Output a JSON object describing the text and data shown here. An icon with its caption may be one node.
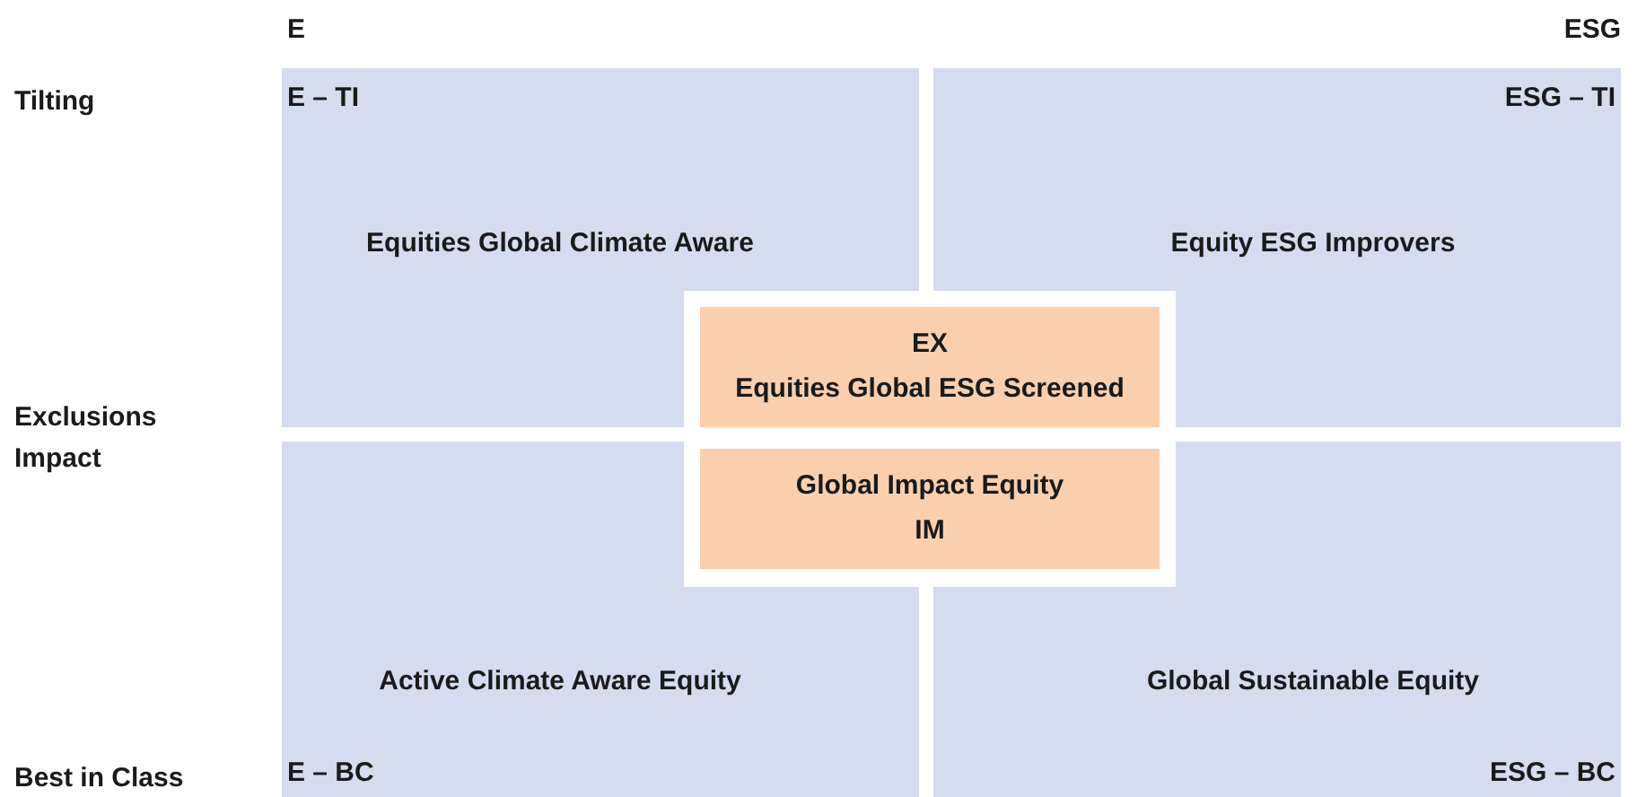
{
  "diagram": {
    "nodes": [
      {
        "text": [
          "E – TI",
          "Equities Global Climate Aware"
        ]
      },
      {
        "text": [
          "ESG – TI",
          "Equity ESG Improvers"
        ]
      },
      {
        "text": [
          "EX",
          "Equities Global ESG Screened"
        ]
      },
      {
        "text": [
          "Global Impact Equity",
          "IM"
        ]
      },
      {
        "text": [
          "Active Climate Aware Equity",
          "E – BC"
        ]
      },
      {
        "text": [
          "Global Sustainable Equity",
          "ESG – BC"
        ]
      }
    ],
    "labels": [
      "E",
      "ESG",
      "Tilting",
      "Exclusions",
      "Impact",
      "Best in Class"
    ]
  }
}
